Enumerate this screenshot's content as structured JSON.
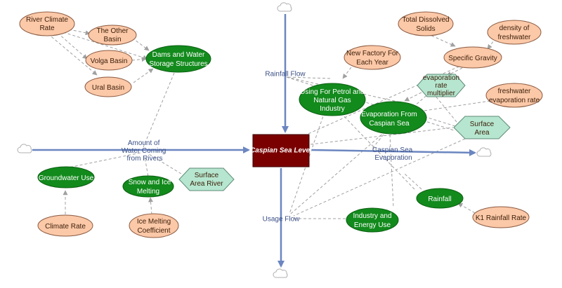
{
  "stock": {
    "label": "Caspian Sea Level"
  },
  "flows": {
    "rainfall_flow": "Rainfall Flow",
    "amount_of_water": [
      "Amount of",
      "Water Coming",
      "from Rivers"
    ],
    "caspian_evaporation": [
      "Caspian Sea",
      "Evaporation"
    ],
    "usage_flow": "Usage Flow"
  },
  "variables": {
    "river_climate_rate": [
      "River Climate",
      "Rate"
    ],
    "the_other_basin": [
      "The Other",
      "Basin"
    ],
    "volga_basin": [
      "Volga Basin"
    ],
    "ural_basin": [
      "Ural Basin"
    ],
    "dams_water_storage": [
      "Dams and Water",
      "Storage Structures"
    ],
    "new_factory": [
      "New Factory For",
      "Each Year"
    ],
    "total_dissolved_solids": [
      "Total Dissolved",
      "Solids"
    ],
    "density_freshwater": [
      "density of",
      "freshwater"
    ],
    "specific_gravity": [
      "Specific Gravity"
    ],
    "evaporation_multiplier": [
      "evaporation",
      "rate",
      "multiplier"
    ],
    "freshwater_evap_rate": [
      "freshwater",
      "evaporation rate"
    ],
    "petrol_gas_industry": [
      "Using For Petrol and",
      "Natural Gas",
      "Industry"
    ],
    "evaporation_from_caspian": [
      "Evaporation From",
      "Caspian Sea"
    ],
    "surface_area": [
      "Surface",
      "Area"
    ],
    "groundwater_use": [
      "Groundwater Use"
    ],
    "snow_ice_melting": [
      "Snow and Ice",
      "Melting"
    ],
    "surface_area_river": [
      "Surface",
      "Area River"
    ],
    "climate_rate": [
      "Climate Rate"
    ],
    "ice_melting_coefficient": [
      "Ice Melting",
      "Coefficient"
    ],
    "industry_energy_use": [
      "Industry and",
      "Energy Use"
    ],
    "rainfall": [
      "Rainfall"
    ],
    "k1_rainfall_rate": [
      "K1 Rainfall Rate"
    ]
  },
  "colors": {
    "stock_fill": "#7a0000",
    "flow_pipe": "#6b86c0",
    "flow_label": "#3a4f86",
    "converter_fill": "#fbc8a8",
    "variable_fill": "#128a1c",
    "hex_fill": "#b6e6cf",
    "link_line": "#a0a0a0"
  }
}
